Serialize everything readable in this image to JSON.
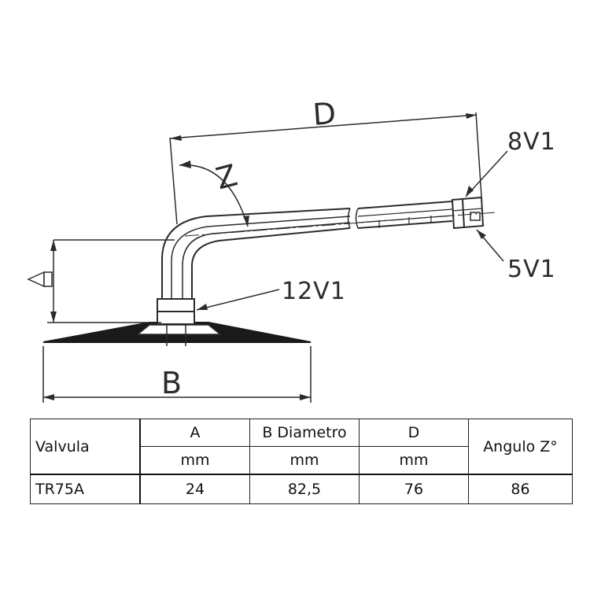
{
  "diagram": {
    "labels": {
      "dimension_d": "D",
      "dimension_b": "B",
      "angle": "Z",
      "cap_thread": "8V1",
      "core_thread": "5V1",
      "base_thread": "12V1"
    }
  },
  "table": {
    "header": {
      "valve_col": "Valvula",
      "a": "A",
      "b": "B Diametro",
      "d": "D",
      "angle": "Angulo Z°"
    },
    "units": {
      "a": "mm",
      "b": "mm",
      "d": "mm"
    },
    "row": {
      "valve": "TR75A",
      "a": "24",
      "b": "82,5",
      "d": "76",
      "angle": "86"
    }
  }
}
